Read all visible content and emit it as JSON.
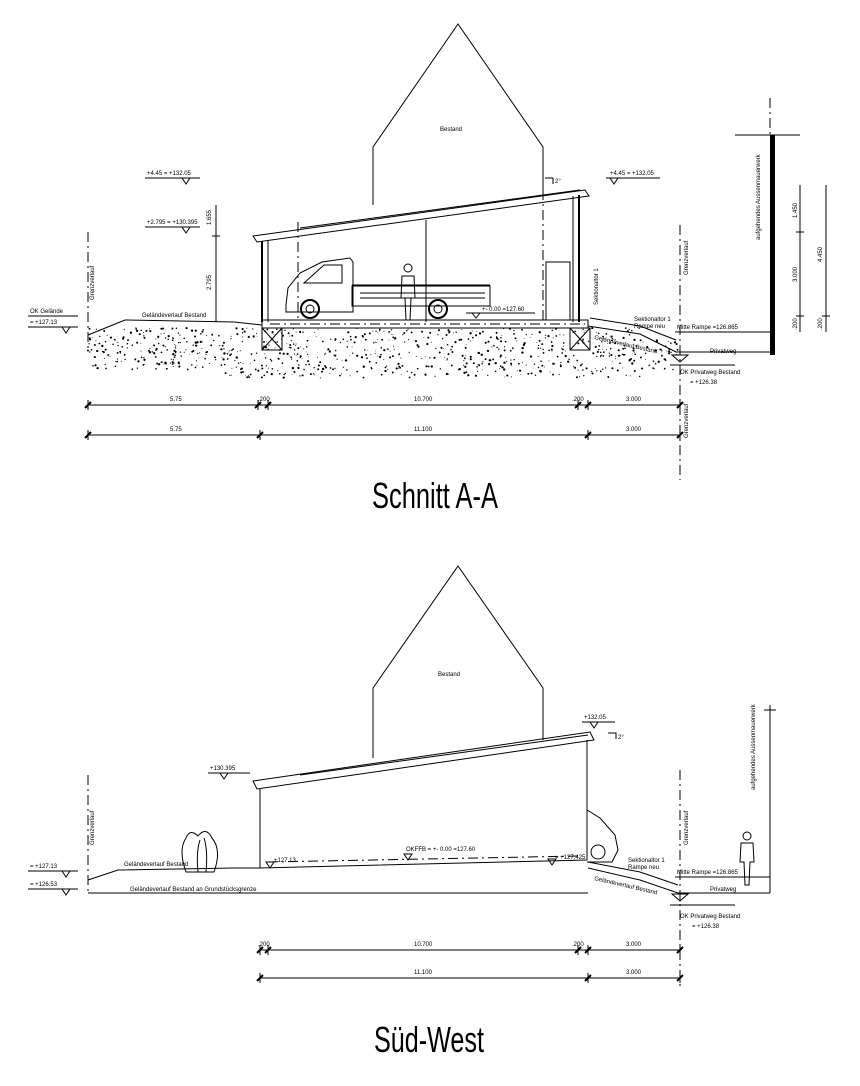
{
  "section_a": {
    "title": "Schnitt A-A",
    "house_label": "Bestand",
    "levels": {
      "ridge_left": "+4.45 = +132.05",
      "eave_left": "+2.795 = +130.395",
      "ridge_right": "+4.45 = +132.05",
      "floor": "+- 0.00 =127.60",
      "terrain_left_1": "OK Gelände",
      "terrain_left_2": "= +127.13",
      "ramp_mid": "Mitte Rampe =126.865",
      "privateway_1": "OK Privatweg Bestand",
      "privateway_2": "= +126.38"
    },
    "dims_vertical": {
      "upper": "1.655",
      "lower": "2.795",
      "slope": "2°",
      "wall_1": "1.450",
      "wall_2": "3.000",
      "wall_3": ".200",
      "wall_total": "4.450",
      "wall_total_base": ".200"
    },
    "labels": {
      "boundary": "Grenzverlauf",
      "terrain": "Geländeverlauf Bestand",
      "gate": "Sektionaltor 1",
      "ramp_top": "Sektionaltor 1",
      "ramp_bottom": "Rampe neu",
      "terrain_right": "Geländeverlauf Bestand",
      "privateway": "Privatweg",
      "rising_masonry": "aufgehendes Aussenmauerwerk"
    },
    "dim_row_1": [
      "5.75",
      ".200",
      "10.700",
      ".200",
      "3.000"
    ],
    "dim_row_2": [
      "5.75",
      "11.100",
      "3.000"
    ]
  },
  "south_west": {
    "title": "Süd-West",
    "house_label": "Bestand",
    "levels": {
      "eave_left": "+130.395",
      "ridge_right": "+132.05",
      "left_1": "= +127.13",
      "left_2": "= +126.53",
      "floor_left": "+127.13",
      "floor": "OKFFB = +- 0.00 =127.60",
      "floor_right": "= +127.425",
      "ramp_mid": "Mitte Rampe =126.865",
      "privateway_1": "OK Privatweg Bestand",
      "privateway_2": "= +126.38"
    },
    "labels": {
      "boundary_left": "Grenzverlauf",
      "terrain": "Geländeverlauf Bestand",
      "terrain_boundary": "Geländeverlauf Bestand an Grundstücksgrenze",
      "gate_top": "Sektionaltor 1",
      "gate_bottom": "Rampe neu",
      "terrain_right": "Geländeverlauf Bestand",
      "boundary_right": "Grenzverlauf",
      "privateway": "Privatweg",
      "rising_masonry": "aufgehendes Aussenmauerwerk",
      "slope": "2°"
    },
    "dim_row_1": [
      ".200",
      "10.700",
      ".200",
      "3.000"
    ],
    "dim_row_2": [
      "11.100",
      "3.000"
    ]
  }
}
